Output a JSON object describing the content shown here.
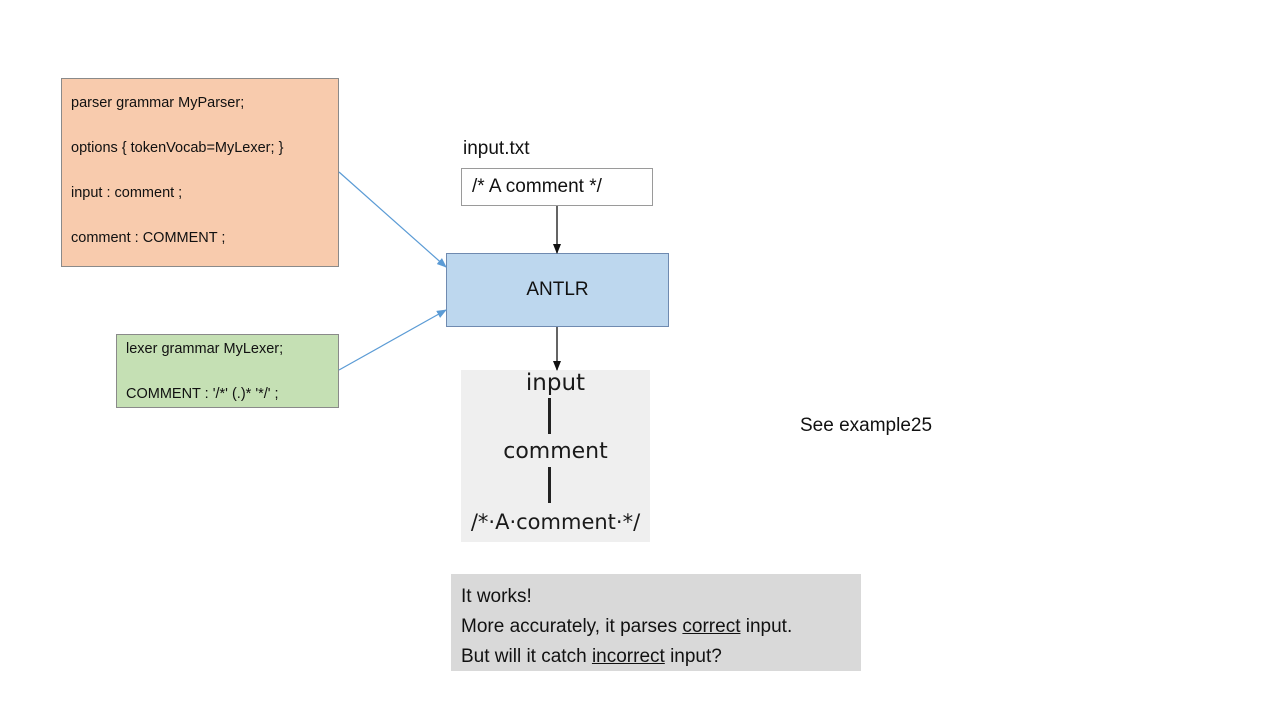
{
  "parser_grammar": {
    "lines": [
      "parser grammar MyParser;",
      "options { tokenVocab=MyLexer; }",
      "input : comment ;",
      "comment : COMMENT ;"
    ]
  },
  "lexer_grammar": {
    "lines": [
      "lexer grammar MyLexer;",
      "COMMENT : '/*' (.)* '*/' ;"
    ]
  },
  "input_file": {
    "label": "input.txt",
    "content": "/* A comment */"
  },
  "antlr": {
    "label": "ANTLR"
  },
  "parse_tree": {
    "root": "input",
    "child": "comment",
    "leaf": "/*·A·comment·*/"
  },
  "see_example": "See example25",
  "note": {
    "line1": "It works!",
    "line2_before": "More accurately, it parses ",
    "line2_underlined": "correct",
    "line2_after": " input.",
    "line3_before": "But will it catch ",
    "line3_underlined": "incorrect",
    "line3_after": " input?"
  },
  "colors": {
    "parser_fill": "#f8cbad",
    "lexer_fill": "#c5e0b4",
    "antlr_fill": "#bdd7ee",
    "blue_connector": "#5b9bd5",
    "note_fill": "#d9d9d9"
  }
}
